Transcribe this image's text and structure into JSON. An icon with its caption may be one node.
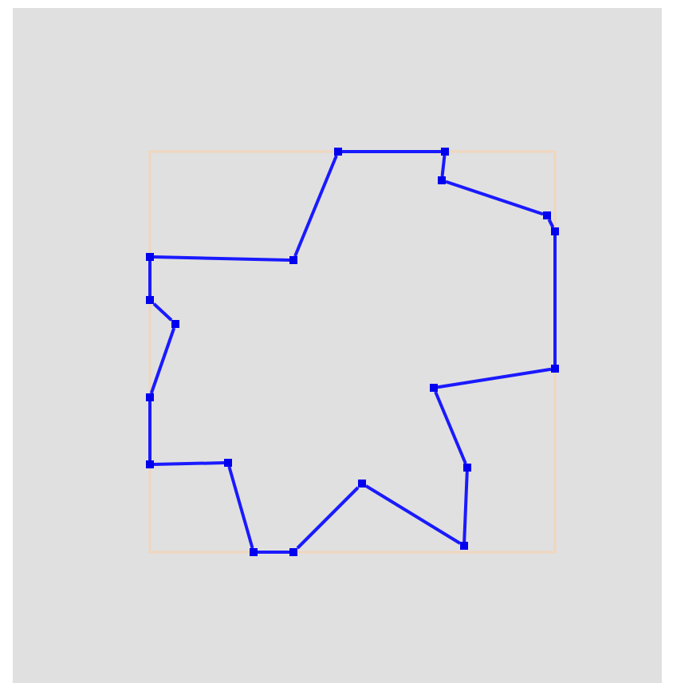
{
  "diagram": {
    "nodes": [
      {
        "text": [],
        "shape": "box"
      },
      {
        "text": [],
        "shape": "box"
      },
      {
        "text": [],
        "shape": "box"
      },
      {
        "text": [],
        "shape": "box"
      },
      {
        "text": [],
        "shape": "box"
      },
      {
        "text": [],
        "shape": "box"
      },
      {
        "text": [],
        "shape": "box"
      },
      {
        "text": [],
        "shape": "box"
      },
      {
        "text": [],
        "shape": "box"
      },
      {
        "text": [],
        "shape": "box"
      },
      {
        "text": [],
        "shape": "box"
      },
      {
        "text": [],
        "shape": "box"
      },
      {
        "text": [],
        "shape": "box"
      },
      {
        "text": [],
        "shape": "box"
      },
      {
        "text": [],
        "shape": "box"
      },
      {
        "text": [],
        "shape": "box"
      },
      {
        "text": [],
        "shape": "box"
      },
      {
        "text": [],
        "shape": "box"
      },
      {
        "text": [],
        "shape": "box"
      }
    ],
    "edges": [
      {
        "from": 0,
        "to": 1,
        "arrow": "none"
      },
      {
        "from": 1,
        "to": 2,
        "arrow": "none"
      },
      {
        "from": 2,
        "to": 3,
        "arrow": "none"
      },
      {
        "from": 3,
        "to": 4,
        "arrow": "none"
      },
      {
        "from": 4,
        "to": 5,
        "arrow": "none"
      },
      {
        "from": 5,
        "to": 6,
        "arrow": "none"
      },
      {
        "from": 6,
        "to": 7,
        "arrow": "none"
      },
      {
        "from": 7,
        "to": 8,
        "arrow": "none"
      },
      {
        "from": 8,
        "to": 9,
        "arrow": "none"
      },
      {
        "from": 9,
        "to": 10,
        "arrow": "none"
      },
      {
        "from": 10,
        "to": 11,
        "arrow": "none"
      },
      {
        "from": 11,
        "to": 12,
        "arrow": "none"
      },
      {
        "from": 12,
        "to": 13,
        "arrow": "none"
      },
      {
        "from": 13,
        "to": 14,
        "arrow": "none"
      },
      {
        "from": 14,
        "to": 15,
        "arrow": "none"
      },
      {
        "from": 15,
        "to": 16,
        "arrow": "none"
      },
      {
        "from": 16,
        "to": 17,
        "arrow": "none"
      },
      {
        "from": 17,
        "to": 18,
        "arrow": "none"
      },
      {
        "from": 18,
        "to": 0,
        "arrow": "none"
      }
    ]
  }
}
